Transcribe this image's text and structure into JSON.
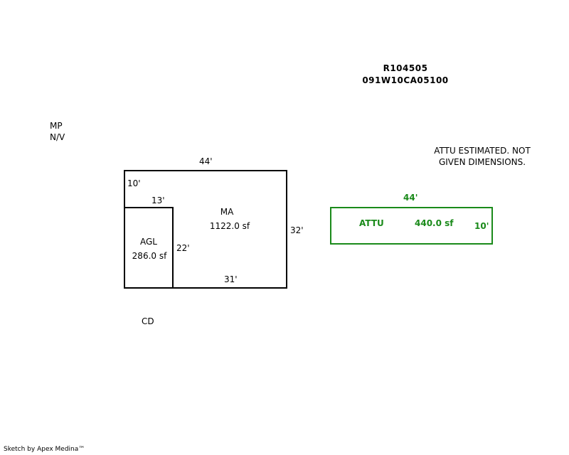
{
  "parcel": {
    "account": "R104505",
    "map_number": "091W10CA05100"
  },
  "flags": {
    "mp": "MP",
    "nv": "N/V"
  },
  "note": {
    "line1": "ATTU ESTIMATED. NOT",
    "line2": "GIVEN DIMENSIONS."
  },
  "main_area": {
    "name": "MA",
    "area": "1122.0 sf",
    "dims": {
      "top": "44'",
      "left_upper": "10'",
      "right": "32'",
      "bottom": "31'"
    }
  },
  "garage": {
    "name": "AGL",
    "area": "286.0 sf",
    "dims": {
      "top": "13'",
      "right": "22'"
    }
  },
  "attu": {
    "name": "ATTU",
    "area": "440.0 sf",
    "dims": {
      "top": "44'",
      "right": "10'"
    },
    "color": "#1a8a1a"
  },
  "cd_label": "CD",
  "footer": "Sketch by Apex Medina™"
}
